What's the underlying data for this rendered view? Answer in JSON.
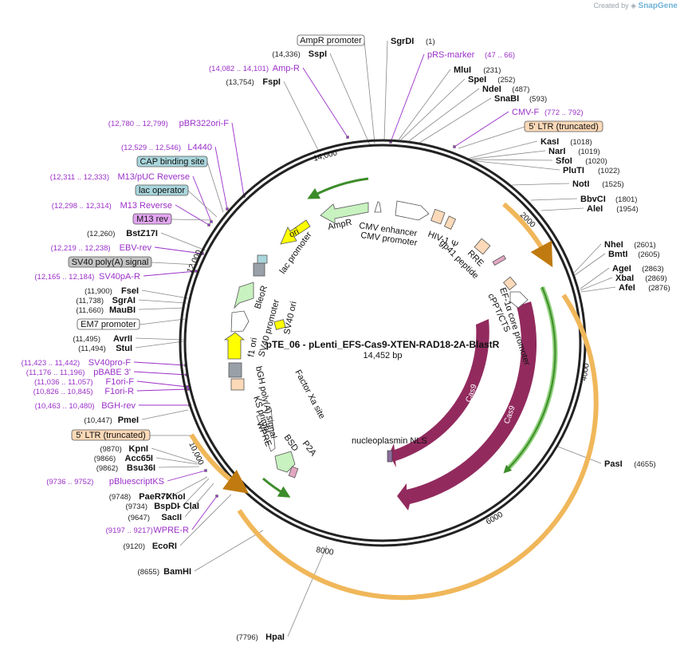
{
  "credit": {
    "prefix": "Created by",
    "brand": "SnapGene"
  },
  "plasmid": {
    "name": "pTE_06 - pLenti_EFS-Cas9-XTEN-RAD18-2A-BlastR",
    "size_label": "14,452 bp"
  },
  "ticks": [
    "2000",
    "4000",
    "6000",
    "8000",
    "10,000",
    "12,000",
    "14,000"
  ],
  "colors": {
    "primer": "#9b30c9",
    "ring": "#222222",
    "cas9": "#922a5e",
    "amp": "#c8f2c0",
    "ori": "#ffff00",
    "ltr": "#fcd9b8",
    "arc_orange": "#f0b75a",
    "arc_green": "#6ab04c"
  },
  "sites": [
    {
      "name": "SgrDI",
      "pos": "(1)"
    },
    {
      "name": "MluI",
      "pos": "(231)"
    },
    {
      "name": "SpeI",
      "pos": "(252)"
    },
    {
      "name": "NdeI",
      "pos": "(487)"
    },
    {
      "name": "SnaBI",
      "pos": "(593)"
    },
    {
      "name": "KasI",
      "pos": "(1018)"
    },
    {
      "name": "NarI",
      "pos": "(1019)"
    },
    {
      "name": "SfoI",
      "pos": "(1020)"
    },
    {
      "name": "PluTI",
      "pos": "(1022)"
    },
    {
      "name": "NotI",
      "pos": "(1525)"
    },
    {
      "name": "BbvCI",
      "pos": "(1801)"
    },
    {
      "name": "AleI",
      "pos": "(1954)"
    },
    {
      "name": "NheI",
      "pos": "(2601)"
    },
    {
      "name": "BmtI",
      "pos": "(2605)"
    },
    {
      "name": "AgeI",
      "pos": "(2863)"
    },
    {
      "name": "XbaI",
      "pos": "(2869)"
    },
    {
      "name": "AfeI",
      "pos": "(2876)"
    },
    {
      "name": "PasI",
      "pos": "(4655)"
    },
    {
      "name": "HpaI",
      "pos": "(7796)"
    },
    {
      "name": "BamHI",
      "pos": "(8655)"
    },
    {
      "name": "EcoRI",
      "pos": "(9120)"
    },
    {
      "name": "SacII",
      "pos": "(9647)"
    },
    {
      "name": "BspDI",
      "pos": "(9734)"
    },
    {
      "name": "- ClaI",
      "pos": ""
    },
    {
      "name": "PaeR7I",
      "pos": "(9748)"
    },
    {
      "name": "- XhoI",
      "pos": ""
    },
    {
      "name": "Bsu36I",
      "pos": "(9862)"
    },
    {
      "name": "Acc65I",
      "pos": "(9866)"
    },
    {
      "name": "KpnI",
      "pos": "(9870)"
    },
    {
      "name": "PmeI",
      "pos": "(10,447)"
    },
    {
      "name": "StuI",
      "pos": "(11,494)"
    },
    {
      "name": "AvrII",
      "pos": "(11,495)"
    },
    {
      "name": "MauBI",
      "pos": "(11,660)"
    },
    {
      "name": "SgrAI",
      "pos": "(11,738)"
    },
    {
      "name": "FseI",
      "pos": "(11,900)"
    },
    {
      "name": "BstZ17I",
      "pos": "(12,260)"
    },
    {
      "name": "FspI",
      "pos": "(13,754)"
    },
    {
      "name": "SspI",
      "pos": "(14,336)"
    }
  ],
  "primers": [
    {
      "name": "pRS-marker",
      "pos": "(47 .. 66)"
    },
    {
      "name": "CMV-F",
      "pos": "(772 .. 792)"
    },
    {
      "name": "WPRE-R",
      "pos": "(9197 .. 9217)"
    },
    {
      "name": "pBluescriptKS",
      "pos": "(9736 .. 9752)"
    },
    {
      "name": "BGH-rev",
      "pos": "(10,463 .. 10,480)"
    },
    {
      "name": "F1ori-R",
      "pos": "(10,826 .. 10,845)"
    },
    {
      "name": "F1ori-F",
      "pos": "(11,036 .. 11,057)"
    },
    {
      "name": "pBABE 3'",
      "pos": "(11,176 .. 11,196)"
    },
    {
      "name": "SV40pro-F",
      "pos": "(11,423 .. 11,442)"
    },
    {
      "name": "SV40pA-R",
      "pos": "(12,165 .. 12,184)"
    },
    {
      "name": "EBV-rev",
      "pos": "(12,219 .. 12,238)"
    },
    {
      "name": "M13 Reverse",
      "pos": "(12,298 .. 12,314)"
    },
    {
      "name": "M13/pUC Reverse",
      "pos": "(12,311 .. 12,333)"
    },
    {
      "name": "L4440",
      "pos": "(12,529 .. 12,546)"
    },
    {
      "name": "pBR322ori-F",
      "pos": "(12,780 .. 12,799)"
    },
    {
      "name": "Amp-R",
      "pos": "(14,082 .. 14,101)"
    }
  ],
  "boxed_features": [
    {
      "name": "AmpR promoter",
      "fill": "#ffffff"
    },
    {
      "name": "5' LTR (truncated)",
      "fill": "#fcd9b8"
    },
    {
      "name": "CAP binding site",
      "fill": "#a9d6dc"
    },
    {
      "name": "lac operator",
      "fill": "#a9d6dc"
    },
    {
      "name": "M13 rev",
      "fill": "#e3a6f2"
    },
    {
      "name": "SV40 poly(A) signal",
      "fill": "#c4c4c4"
    },
    {
      "name": "EM7 promoter",
      "fill": "#ffffff"
    },
    {
      "name": "5' LTR (truncated)",
      "fill": "#fcd9b8"
    }
  ],
  "inner_labels": [
    "ori",
    "AmpR",
    "lac promoter",
    "CMV enhancer",
    "CMV promoter",
    "HIV-1 Ψ",
    "RRE",
    "gp41 peptide",
    "cPPT/CTS",
    "EF-1α core promoter",
    "BleoR",
    "SV40 promoter",
    "SV40 ori",
    "f1 ori",
    "bGH poly(A) signal",
    "KS primer",
    "Factor Xa site",
    "WPRE",
    "BSD",
    "P2A",
    "nucleoplasmin NLS",
    "Cas9",
    "Cas9"
  ]
}
